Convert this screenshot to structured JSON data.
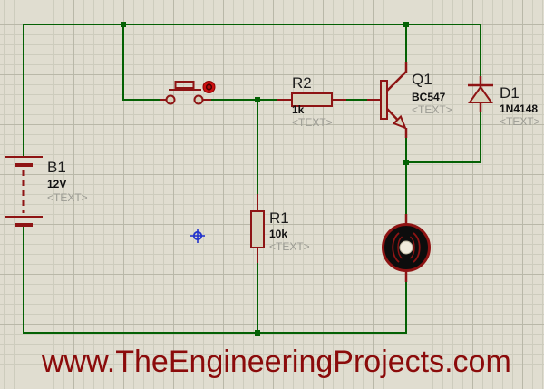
{
  "app": {
    "name": "proteus-schematic-canvas"
  },
  "colors": {
    "wire": "#046104",
    "component": "#8e1414",
    "component_fill": "#d8d3bd",
    "label": "#1d1d1d",
    "placeholder": "#9b9b93",
    "watermark": "#8b0b0b",
    "actuator": "#cc1111",
    "origin_marker": "#2233cc",
    "motor_body": "#0d0d0d"
  },
  "components": {
    "battery": {
      "ref": "B1",
      "value": "12V",
      "placeholder": "<TEXT>"
    },
    "resistor_r2": {
      "ref": "R2",
      "value": "1k",
      "placeholder": "<TEXT>"
    },
    "resistor_r1": {
      "ref": "R1",
      "value": "10k",
      "placeholder": "<TEXT>"
    },
    "transistor_q1": {
      "ref": "Q1",
      "value": "BC547",
      "placeholder": "<TEXT>"
    },
    "diode_d1": {
      "ref": "D1",
      "value": "1N4148",
      "placeholder": "<TEXT>"
    }
  },
  "watermark": "www.TheEngineeringProjects.com"
}
